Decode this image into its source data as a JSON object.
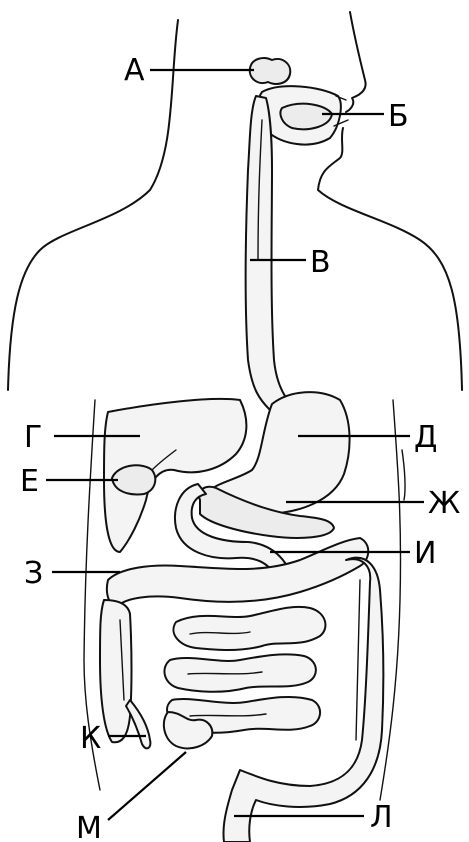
{
  "labels": {
    "a": "А",
    "b": "Б",
    "v": "В",
    "g": "Г",
    "d": "Д",
    "e": "Е",
    "zh": "Ж",
    "z": "З",
    "i": "И",
    "k": "К",
    "l": "Л",
    "m": "М"
  }
}
